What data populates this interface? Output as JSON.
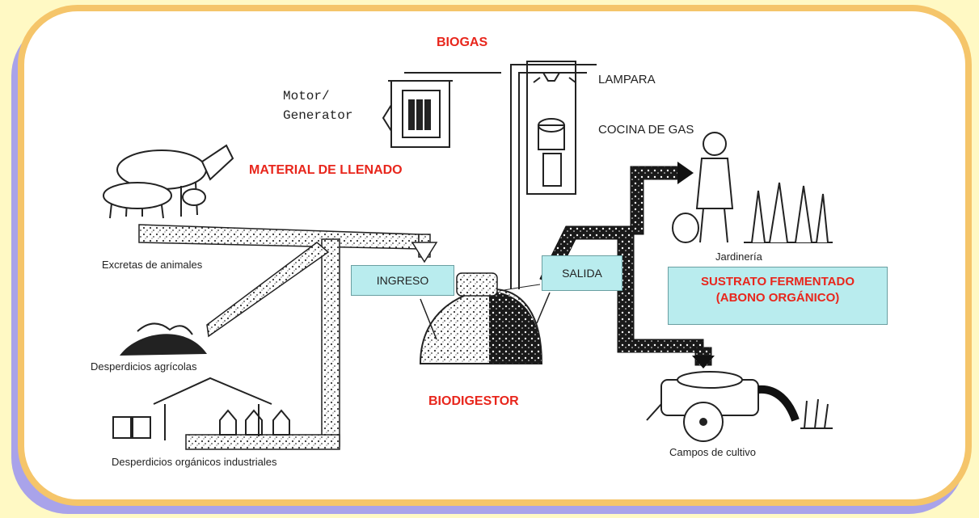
{
  "labels": {
    "biogas": "BIOGAS",
    "lampara": "LAMPARA",
    "motor_line1": "Motor/",
    "motor_line2": "Generator",
    "cocina": "COCINA DE GAS",
    "material": "MATERIAL DE LLENADO",
    "excretas": "Excretas de animales",
    "agricolas": "Desperdicios agrícolas",
    "industriales": "Desperdicios orgánicos industriales",
    "ingreso": "INGRESO",
    "salida": "SALIDA",
    "biodigestor": "BIODIGESTOR",
    "jardineria": "Jardinería",
    "sustrato_line1": "SUSTRATO FERMENTADO",
    "sustrato_line2": "(ABONO ORGÁNICO)",
    "campos": "Campos de cultivo"
  },
  "colors": {
    "background": "#fff9c4",
    "frame_border": "#f5c56a",
    "frame_shadow": "#a9a3ea",
    "accent_red": "#e8261c",
    "box_fill": "#b9ecee"
  }
}
